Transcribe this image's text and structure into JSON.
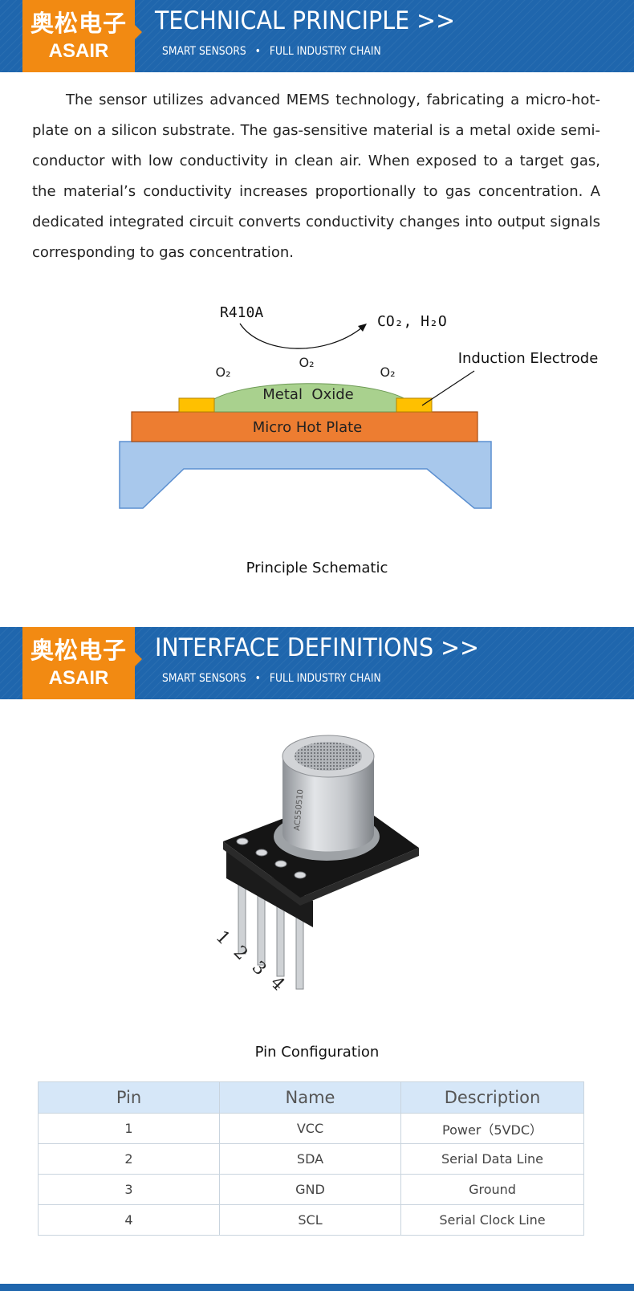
{
  "brand": {
    "name_cn": "奥松电子",
    "name_en": "ASAIR",
    "tagline_left": "SMART SENSORS",
    "tagline_sep": "•",
    "tagline_right": "FULL INDUSTRY CHAIN"
  },
  "colors": {
    "banner_blue": "#1f66ad",
    "logo_orange": "#f28a12",
    "hot_plate": "#ed7d31",
    "metal_oxide": "#a9d18e",
    "electrode": "#ffc000",
    "substrate": "#a8c8ec",
    "table_header": "#d6e7f8"
  },
  "section1": {
    "title": "TECHNICAL PRINCIPLE >>",
    "paragraph": "The sensor utilizes advanced MEMS technology, fabricating a micro-hot-plate on a silicon substrate. The gas-sensitive material is a metal oxide semi-conductor with low conductivity in clean air. When exposed to a target gas, the material’s conductivity increases proportionally to gas concentration. A dedicated integrated circuit converts conductivity changes into output signals corresponding to gas concentration.",
    "schematic": {
      "reactant": "R410A",
      "product": "CO₂, H₂O",
      "o2_label": "O₂",
      "electrode_label": "Induction Electrode",
      "oxide_label": "Metal  Oxide",
      "plate_label": "Micro Hot Plate"
    },
    "caption": "Principle Schematic"
  },
  "section2": {
    "title": "INTERFACE DEFINITIONS >>",
    "product_image": {
      "cap_marking": "AC550510",
      "pin_numbers": [
        "1",
        "2",
        "3",
        "4"
      ]
    },
    "caption": "Pin Configuration",
    "table": {
      "headers": [
        "Pin",
        "Name",
        "Description"
      ],
      "rows": [
        [
          "1",
          "VCC",
          "Power（5VDC）"
        ],
        [
          "2",
          "SDA",
          "Serial Data Line"
        ],
        [
          "3",
          "GND",
          "Ground"
        ],
        [
          "4",
          "SCL",
          "Serial Clock Line"
        ]
      ]
    }
  }
}
